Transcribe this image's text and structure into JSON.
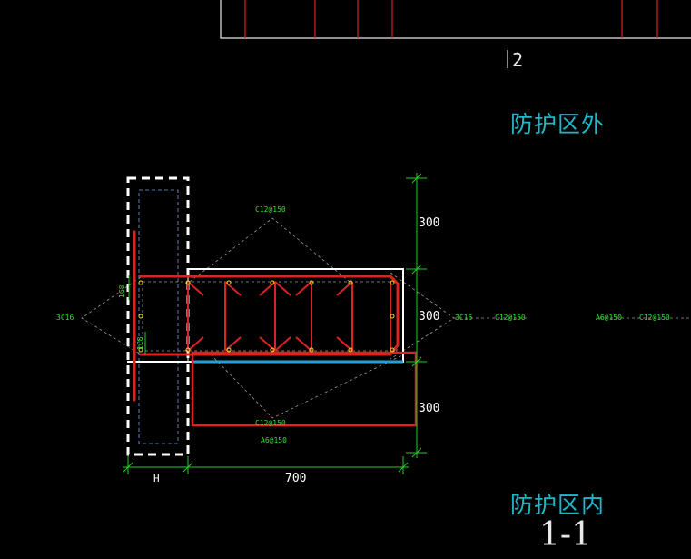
{
  "labels": {
    "sheet_no": "2",
    "outside_zone": "防护区外",
    "inside_zone": "防护区内",
    "section_mark": "1-1"
  },
  "dimensions": {
    "right_top": "300",
    "right_mid": "300",
    "right_bot": "300",
    "bottom_width": "700",
    "bottom_h": "H"
  },
  "rebar_notes": {
    "top": "C12@150",
    "bottom_1": "C12@150",
    "bottom_2": "A6@150",
    "left": "3C16",
    "mid_right_1": "3C16",
    "mid_right_2": "C12@150",
    "far_right_1": "A6@150",
    "far_right_2": "C12@150",
    "vertical_1": "1C8",
    "vertical_2": "1C8"
  },
  "colors": {
    "background": "#000000",
    "rebar": "#dd2222",
    "dimension": "#22cc22",
    "outline": "#ffffff",
    "blue_line": "#22a0dd",
    "label": "#1fb8c9"
  }
}
